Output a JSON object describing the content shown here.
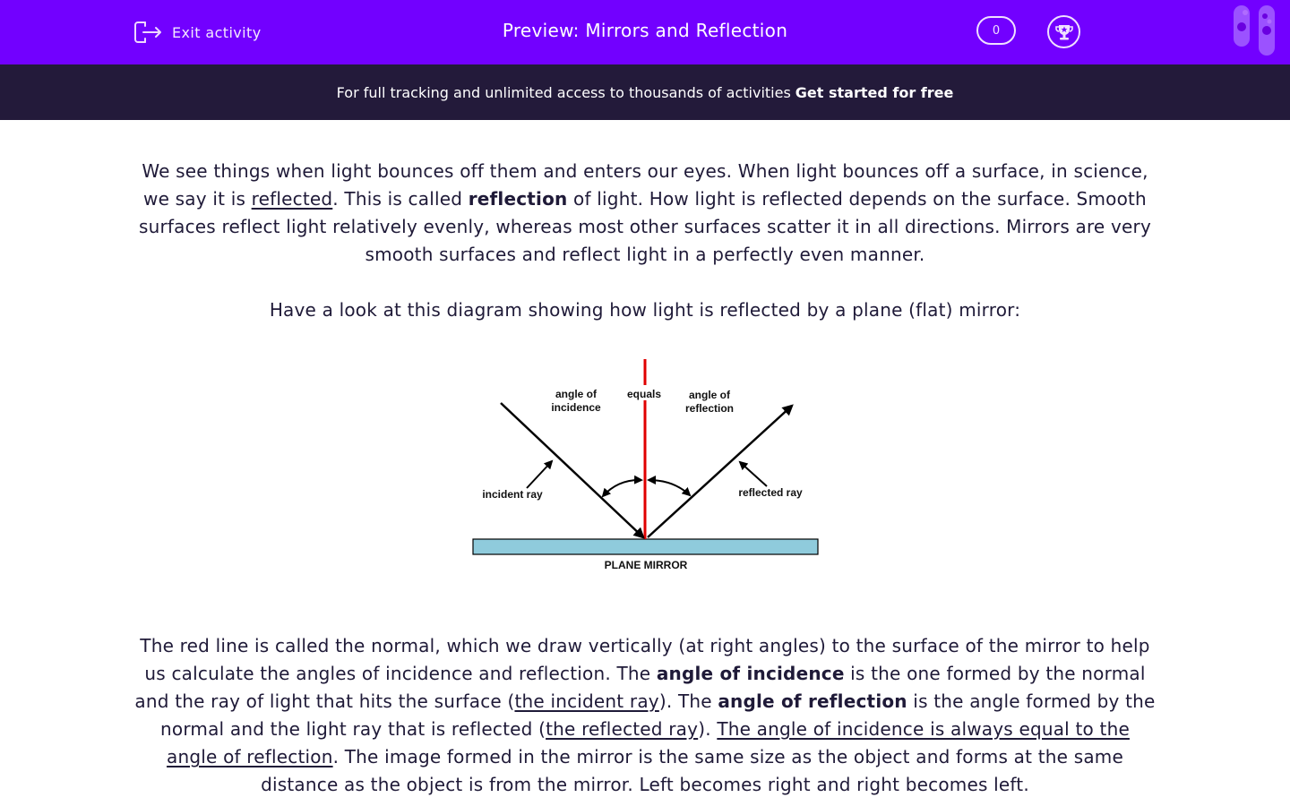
{
  "header": {
    "exit_label": "Exit activity",
    "title": "Preview: Mirrors and Reflection",
    "score": "0",
    "brand_color": "#7200ff"
  },
  "promo": {
    "text": "For full tracking and unlimited access to thousands of activities",
    "cta": "Get started for free"
  },
  "intro": {
    "s1": "We see things when light bounces off them and enters our eyes. When light bounces off a surface, in science, we say it is ",
    "u1": "reflected",
    "s2": ". This is called ",
    "b1": "reflection",
    "s3": " of light. How light is reflected depends on the surface. Smooth surfaces reflect light relatively evenly, whereas most other surfaces scatter it in all directions. Mirrors are very smooth surfaces and reflect light in a perfectly even manner."
  },
  "diagram_intro": "Have a look at this diagram showing how light is reflected by a plane (flat) mirror:",
  "diagram": {
    "angle_incidence_1": "angle of",
    "angle_incidence_2": "incidence",
    "equals": "equals",
    "angle_reflection_1": "angle of",
    "angle_reflection_2": "reflection",
    "incident_ray": "incident ray",
    "reflected_ray": "reflected ray",
    "mirror": "PLANE MIRROR",
    "normal_color": "#e00000",
    "mirror_color": "#8fcbdc"
  },
  "explanation": {
    "s1": "The red line is called the normal, which we draw vertically (at right angles) to the surface of the mirror to help us calculate the angles of incidence and reflection. The ",
    "b1": "angle of incidence",
    "s2": " is the one formed by the normal and the ray of light that hits the surface (",
    "u1": "the incident ray",
    "s3": "). The ",
    "b2": "angle of reflection",
    "s4": " is the angle formed by the normal and the light ray that is reflected (",
    "u2": "the reflected ray",
    "s5": "). ",
    "u3": "The angle of incidence is always equal to the angle of reflection",
    "s6": ". The image formed in the mirror is the same size as the object and forms at the same distance as the object is from the mirror. Left becomes right and right becomes left."
  }
}
